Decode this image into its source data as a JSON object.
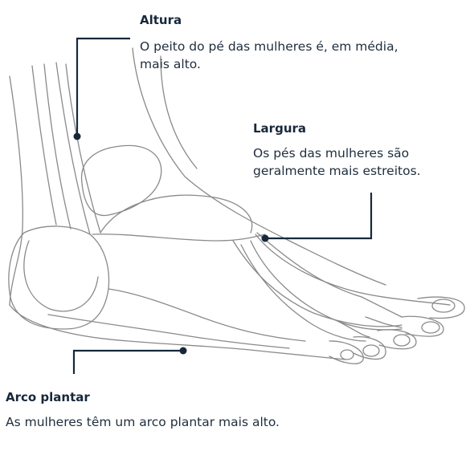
{
  "callouts": {
    "altura": {
      "title": "Altura",
      "text": "O peito do pé das mulheres é, em média, mais alto."
    },
    "largura": {
      "title": "Largura",
      "text": "Os pés das mulheres são geralmente mais estreitos."
    },
    "arco": {
      "title": "Arco plantar",
      "text": "As mulheres têm um arco plantar mais alto."
    }
  },
  "colors": {
    "line_art": "#8a8a8a",
    "leader": "#17283a",
    "text": "#1f2d3d"
  }
}
